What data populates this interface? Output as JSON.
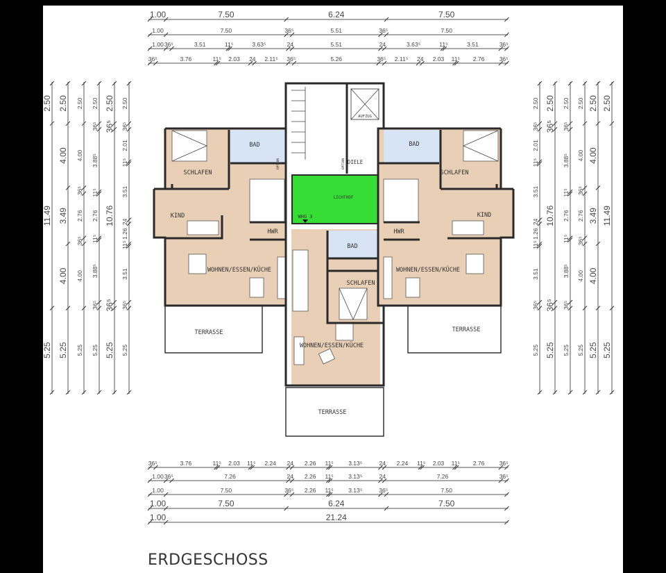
{
  "title": "ERDGESCHOSS",
  "colors": {
    "living": "#e9cfb6",
    "bath": "#d6e4f5",
    "courtyard": "#35dd35",
    "wall": "#2a2a2a"
  },
  "dimensions": {
    "top": [
      [
        "1.00",
        "7.50",
        "6.24",
        "7.50"
      ],
      [
        "1.00",
        "7.50",
        "36⁵",
        "5.51",
        "36⁵",
        "7.50"
      ],
      [
        "1.00",
        "36⁵",
        "3.51",
        "11⁵",
        "3.63⁵",
        "24",
        "5.51",
        "24",
        "3.63⁵",
        "11⁵",
        "3.51",
        "36⁵"
      ],
      [
        "36⁵",
        "3.76",
        "11⁵",
        "2.03",
        "24",
        "2.11⁵",
        "36⁵",
        "5.26",
        "36⁵",
        "2.11⁵",
        "24",
        "2.03",
        "11⁵",
        "2.76",
        "36⁵"
      ]
    ],
    "bottom": [
      [
        "36⁵",
        "3.76",
        "11⁵",
        "2.03",
        "11⁵",
        "2.24",
        "24",
        "2.26",
        "11⁵",
        "3.13⁵",
        "24",
        "2.24",
        "11⁵",
        "2.03",
        "11⁵",
        "2.76",
        "36⁵"
      ],
      [
        "1.00",
        "36⁵",
        "7.26",
        "24",
        "2.26",
        "11⁵",
        "3.13⁵",
        "24",
        "7.26",
        "36⁵"
      ],
      [
        "1.00",
        "7.50",
        "36⁵",
        "2.26",
        "11⁵",
        "3.13⁵",
        "36⁵",
        "7.50"
      ],
      [
        "1.00",
        "7.50",
        "6.24",
        "7.50"
      ],
      [
        "1.00",
        "21.24"
      ]
    ],
    "left": [
      [
        "2.50",
        "11.49",
        "5.25"
      ],
      [
        "2.50",
        "4.00",
        "3.49",
        "4.00",
        "5.25"
      ],
      [
        "2.50",
        "4.00",
        "36⁵",
        "2.76",
        "36⁵",
        "4.00",
        "5.25"
      ],
      [
        "2.50",
        "36⁵",
        "3.88⁵",
        "11⁵",
        "2.76",
        "11⁵",
        "3.88⁵",
        "36⁵",
        "5.25"
      ],
      [
        "2.50",
        "36⁵",
        "10.76",
        "36⁵",
        "5.25"
      ],
      [
        "2.50",
        "36⁵",
        "2.01",
        "11⁵",
        "3.51",
        "24",
        "1.26",
        "11⁵",
        "3.51",
        "36⁵",
        "5.25"
      ]
    ],
    "right": [
      [
        "2.50",
        "36⁵",
        "2.01",
        "11⁵",
        "3.51",
        "24",
        "1.26",
        "11⁵",
        "3.51",
        "36⁵",
        "5.25"
      ],
      [
        "2.50",
        "36⁵",
        "10.76",
        "36⁵",
        "5.25"
      ],
      [
        "2.50",
        "36⁵",
        "3.88⁵",
        "11⁵",
        "2.76",
        "11⁵",
        "3.88⁵",
        "36⁵",
        "5.25"
      ],
      [
        "2.50",
        "4.00",
        "36⁵",
        "2.76",
        "36⁵",
        "4.00",
        "5.25"
      ],
      [
        "2.50",
        "4.00",
        "3.49",
        "4.00",
        "5.25"
      ],
      [
        "2.50",
        "11.49",
        "5.25"
      ]
    ]
  },
  "rooms": {
    "left_bad": "BAD",
    "left_schlafen": "SCHLAFEN",
    "left_kind": "KIND",
    "left_hwr": "HWR",
    "left_wohnen": "WOHNEN/ESSEN/KÜCHE",
    "left_terrasse": "TERRASSE",
    "lichthof": "LICHTHOF",
    "whg": "WHG 3",
    "aufzug": "AUFZUG",
    "diele": "DIELE",
    "option_left": "OPTION",
    "option_right": "OPTION",
    "center_bad": "BAD",
    "center_schlafen": "SCHLAFEN",
    "center_wohnen": "WOHNEN/ESSEN/KÜCHE",
    "center_terrasse": "TERRASSE",
    "right_bad": "BAD",
    "right_schlafen": "SCHLAFEN",
    "right_kind": "KIND",
    "right_hwr": "HWR",
    "right_wohnen": "WOHNEN/ESSEN/KÜCHE",
    "right_terrasse": "TERRASSE"
  }
}
